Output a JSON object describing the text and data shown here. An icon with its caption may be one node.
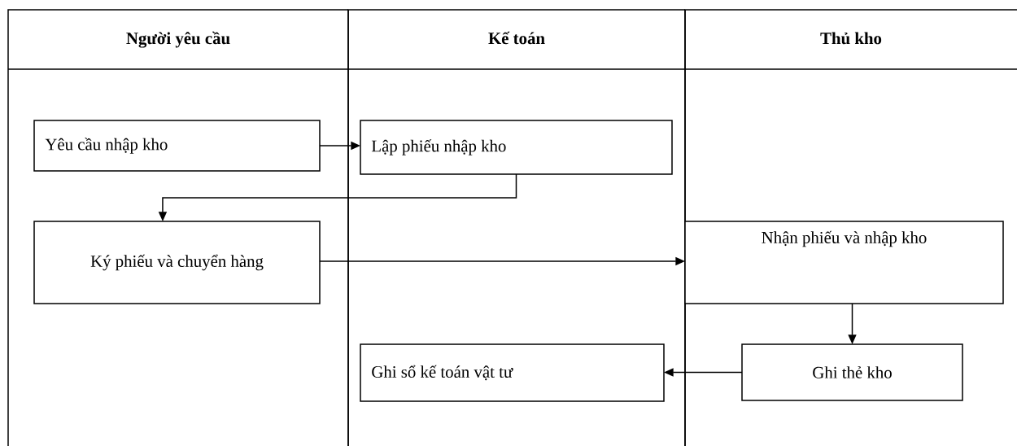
{
  "diagram": {
    "nodes": [
      {
        "text": [
          "Người yêu cầu"
        ]
      },
      {
        "text": [
          "Kế toán"
        ]
      },
      {
        "text": [
          "Thủ kho"
        ]
      },
      {
        "text": [
          "Yêu cầu nhập kho"
        ],
        "in": 0
      },
      {
        "text": [
          "Lập phiếu nhập kho"
        ],
        "in": 1
      },
      {
        "text": [
          "Ký phiếu và chuyển hàng"
        ],
        "in": 0
      },
      {
        "text": [
          "Nhận phiếu và nhập kho"
        ],
        "in": 2
      },
      {
        "text": [
          "Ghi thẻ kho"
        ],
        "in": 2
      },
      {
        "text": [
          "Ghi sổ kế toán vật tư"
        ],
        "in": 1
      }
    ],
    "edges": [
      {
        "from": 3,
        "to": 4,
        "arrow": "to"
      },
      {
        "from": 4,
        "to": 5,
        "arrow": "to"
      },
      {
        "from": 5,
        "to": 6,
        "arrow": "to"
      },
      {
        "from": 6,
        "to": 7,
        "arrow": "to"
      },
      {
        "from": 7,
        "to": 8,
        "arrow": "to"
      }
    ]
  }
}
